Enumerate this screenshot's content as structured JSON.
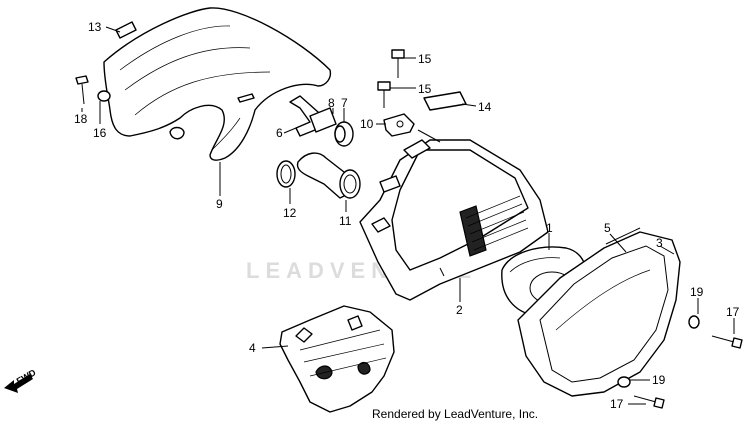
{
  "watermark": "LEADVENTURE",
  "credit": "Rendered by LeadVenture, Inc.",
  "fwd_label": "FWD",
  "callouts": [
    {
      "id": "13",
      "label": "13"
    },
    {
      "id": "18",
      "label": "18"
    },
    {
      "id": "16",
      "label": "16"
    },
    {
      "id": "9",
      "label": "9"
    },
    {
      "id": "6",
      "label": "6"
    },
    {
      "id": "8",
      "label": "8"
    },
    {
      "id": "7",
      "label": "7"
    },
    {
      "id": "12",
      "label": "12"
    },
    {
      "id": "11",
      "label": "11"
    },
    {
      "id": "15a",
      "label": "15"
    },
    {
      "id": "15b",
      "label": "15"
    },
    {
      "id": "14",
      "label": "14"
    },
    {
      "id": "10",
      "label": "10"
    },
    {
      "id": "1",
      "label": "1"
    },
    {
      "id": "5",
      "label": "5"
    },
    {
      "id": "3",
      "label": "3"
    },
    {
      "id": "2",
      "label": "2"
    },
    {
      "id": "19a",
      "label": "19"
    },
    {
      "id": "17a",
      "label": "17"
    },
    {
      "id": "19b",
      "label": "19"
    },
    {
      "id": "17b",
      "label": "17"
    },
    {
      "id": "4",
      "label": "4"
    }
  ]
}
